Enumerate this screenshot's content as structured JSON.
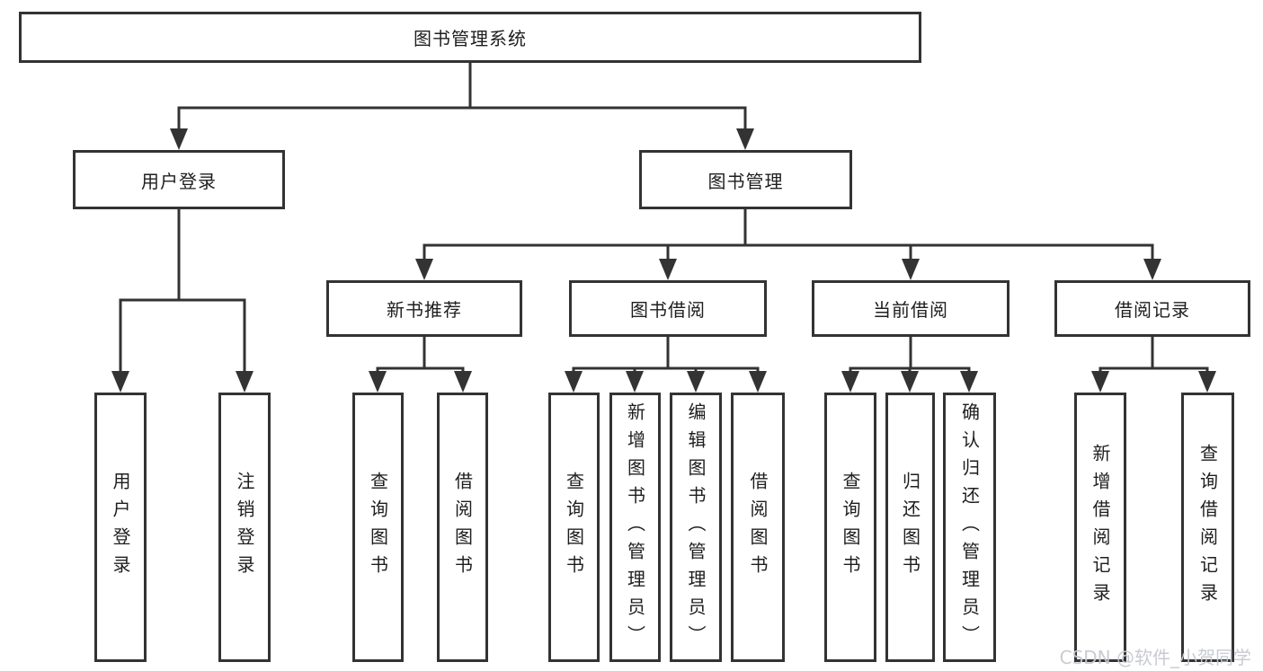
{
  "title": "图书管理系统",
  "tree": {
    "root": {
      "label": "图书管理系统"
    },
    "level2": [
      {
        "label": "用户登录",
        "children": [
          {
            "label": "用户登录"
          },
          {
            "label": "注销登录"
          }
        ]
      },
      {
        "label": "图书管理",
        "children": [
          {
            "label": "新书推荐",
            "children": [
              {
                "label": "查询图书"
              },
              {
                "label": "借阅图书"
              }
            ]
          },
          {
            "label": "图书借阅",
            "children": [
              {
                "label": "查询图书"
              },
              {
                "label": "新增图书（管理员）"
              },
              {
                "label": "编辑图书（管理员）"
              },
              {
                "label": "借阅图书"
              }
            ]
          },
          {
            "label": "当前借阅",
            "children": [
              {
                "label": "查询图书"
              },
              {
                "label": "归还图书"
              },
              {
                "label": "确认归还（管理员）"
              }
            ]
          },
          {
            "label": "借阅记录",
            "children": [
              {
                "label": "新增借阅记录"
              },
              {
                "label": "查询借阅记录"
              }
            ]
          }
        ]
      }
    ]
  },
  "colors": {
    "line": "#333333",
    "text": "#1e1e1e",
    "background": "#ffffff",
    "watermark": "#c5c8cd"
  },
  "watermark": {
    "text": "CSDN @软件_小贺同学"
  }
}
